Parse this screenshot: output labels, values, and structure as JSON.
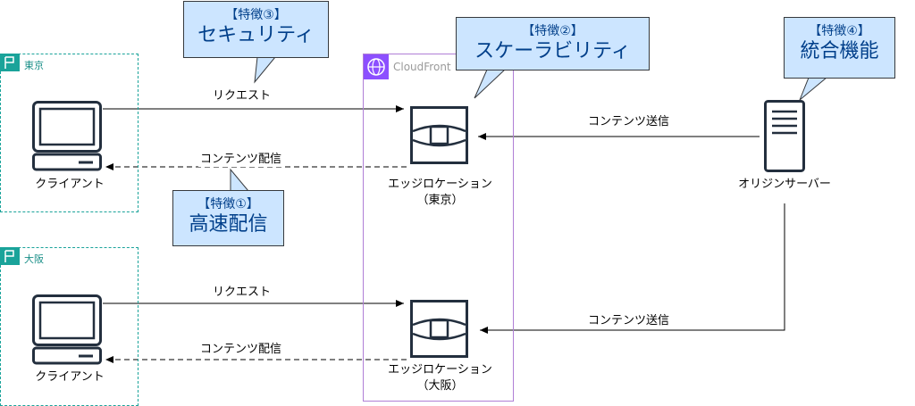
{
  "regions": {
    "tokyo": {
      "label": "東京"
    },
    "osaka": {
      "label": "大阪"
    }
  },
  "cloudfront": {
    "label": "CloudFront"
  },
  "nodes": {
    "client_tokyo": {
      "label": "クライアント"
    },
    "client_osaka": {
      "label": "クライアント"
    },
    "edge_tokyo": {
      "label_line1": "エッジロケーション",
      "label_line2": "（東京）"
    },
    "edge_osaka": {
      "label_line1": "エッジロケーション",
      "label_line2": "（大阪）"
    },
    "origin": {
      "label": "オリジンサーバー"
    }
  },
  "edges": {
    "request_tokyo": "リクエスト",
    "content_delivery_tokyo": "コンテンツ配信",
    "request_osaka": "リクエスト",
    "content_delivery_osaka": "コンテンツ配信",
    "content_send_tokyo": "コンテンツ送信",
    "content_send_osaka": "コンテンツ送信"
  },
  "callouts": {
    "feature1": {
      "title": "【特徴①】",
      "body": "高速配信"
    },
    "feature2": {
      "title": "【特徴②】",
      "body": "スケーラビリティ"
    },
    "feature3": {
      "title": "【特徴③】",
      "body": "セキュリティ"
    },
    "feature4": {
      "title": "【特徴④】",
      "body": "統合機能"
    }
  },
  "colors": {
    "region_border": "#1aa39a",
    "cloudfront_border": "#b07fd6",
    "cloudfront_icon": "#8c4fff",
    "callout_fill": "#cce5ff",
    "callout_text": "#003f8a"
  }
}
